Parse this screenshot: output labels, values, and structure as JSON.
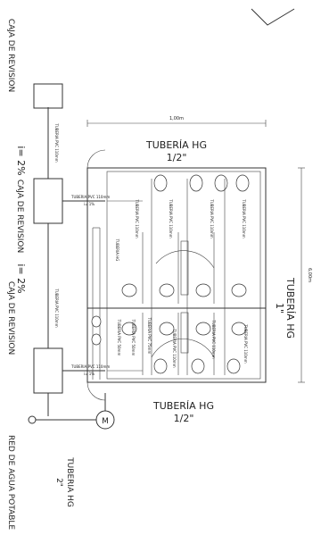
{
  "labels": {
    "caja_revision_1": "CAJA DE REVISION",
    "caja_revision_2": "CAJA DE REVISION",
    "caja_revision_3": "CAJA DE REVISION",
    "pendiente_1": "i= 2%",
    "pendiente_2": "i= 2%",
    "red_agua": "RED DE AGUA POTABLE",
    "tuberia_hg_bottom": "TUBERIA HG",
    "tuberia_hg_bottom_size": "2\"",
    "tuberia_pvc_vertical_1": "TUBERIA PVC 110mm",
    "tuberia_pvc_vertical_2": "TUBERIA PVC 110mm",
    "tuberia_pvc_branch_1": "TUBERIA PVC 110mm",
    "tuberia_pvc_branch_1_slope": "i= 1%",
    "tuberia_pvc_branch_2": "TUBERIA PVC 110mm",
    "tuberia_pvc_branch_2_slope": "i= 1%",
    "tuberia_hg_top": "TUBERÍA HG",
    "tuberia_hg_top_size": "1/2\"",
    "tuberia_hg_right": "TUBERÍA HG",
    "tuberia_hg_right_size": "1\"",
    "tuberia_hg_low": "TUBERÍA HG",
    "tuberia_hg_low_size": "1/2\"",
    "dim_top": "1,00m",
    "dim_right": "6,00m",
    "meter_symbol": "M",
    "pvc_50_1": "TUBERIA PVC 50mm",
    "pvc_50_2": "TUBERIA PVC 50mm",
    "pvc_110_a": "TUBERIA PVC 110mm",
    "pvc_110_b": "TUBERIA PVC 110mm",
    "pvc_110_c": "TUBERIA PVC 110mm",
    "pvc_110_d": "TUBERIA PVC 110mm",
    "pvc_110_e": "TUBERIA PVC 110mm",
    "pvc_110_f": "TUBERIA PVC 110mm",
    "pvc_110_g": "TUBERIA PVC 110mm",
    "pvc_75": "TUBERIA PVC 75mm",
    "hg_mid": "TUBERIA HG"
  }
}
